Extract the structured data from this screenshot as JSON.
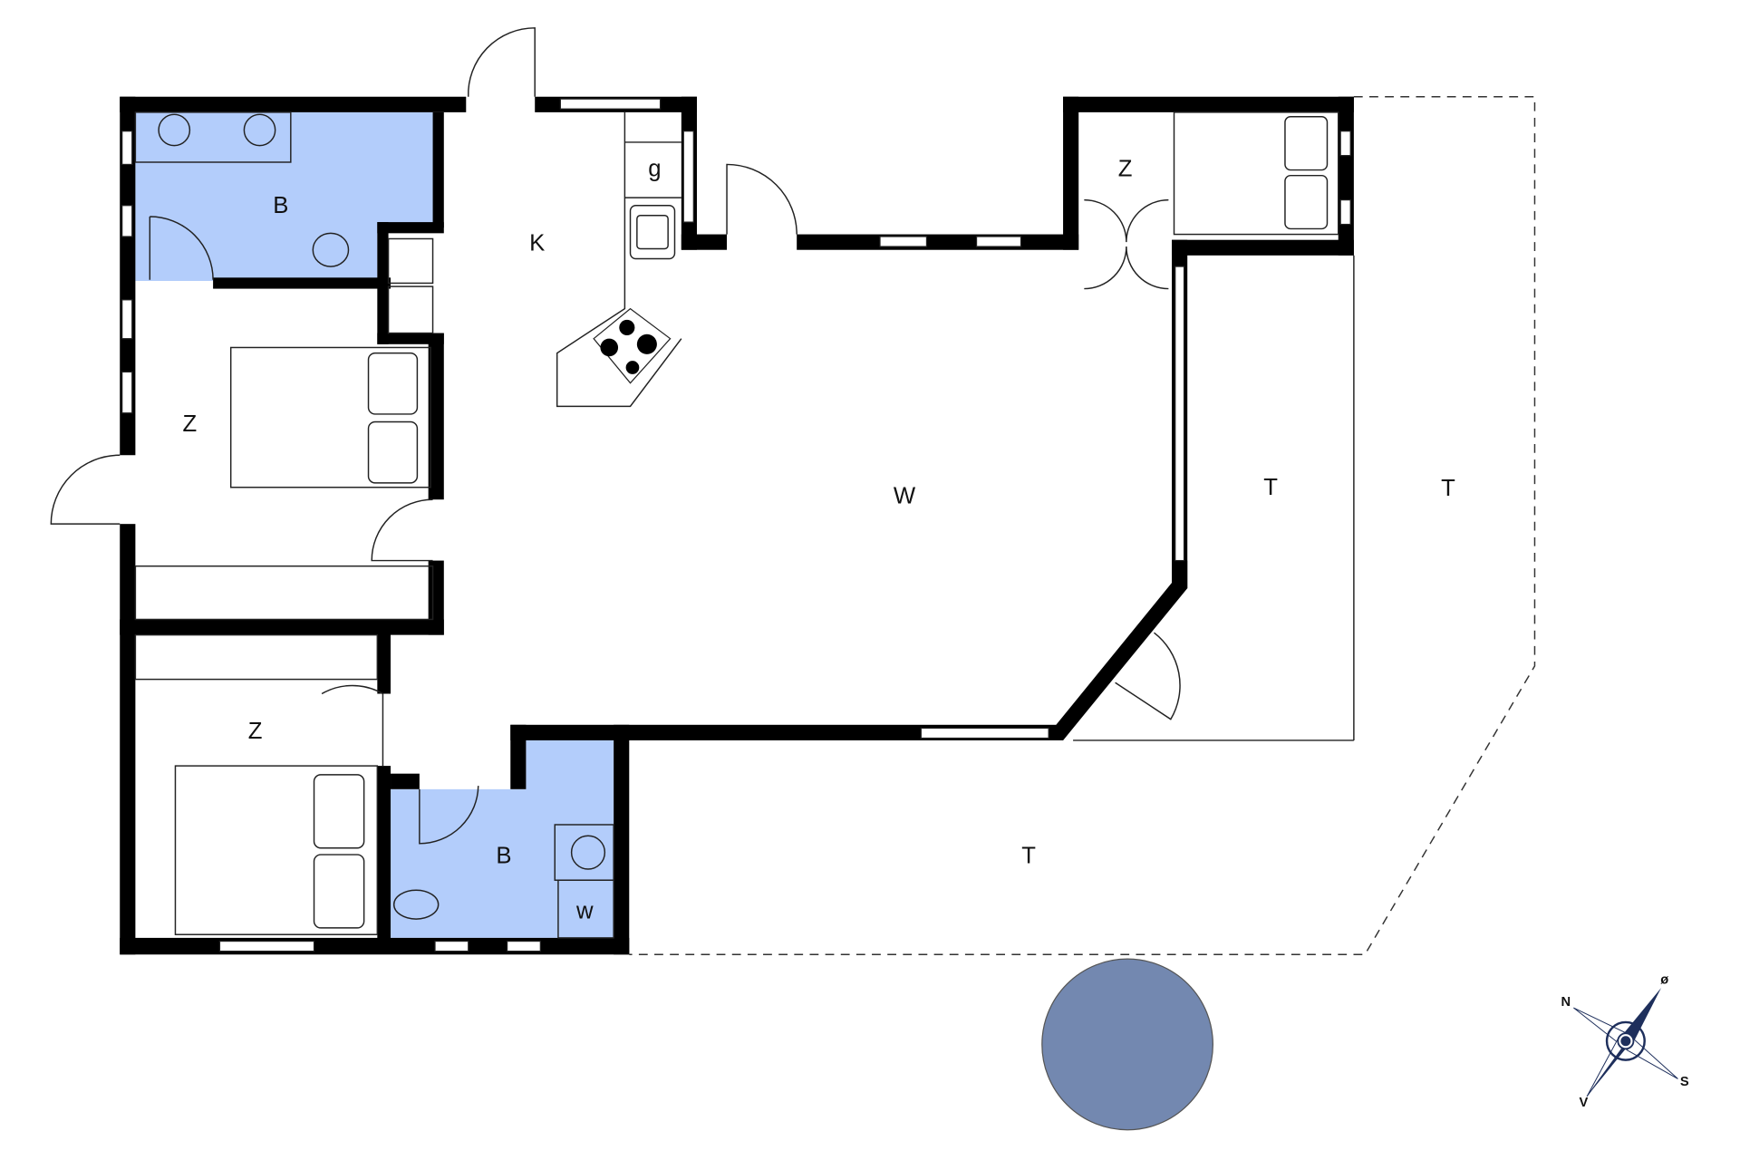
{
  "rooms": {
    "bath_top": "B",
    "kitchen": "K",
    "fridge": "g",
    "bedroom_left": "Z",
    "living": "W",
    "bedroom_top_right": "Z",
    "terrace_right_inner": "T",
    "terrace_right_outer": "T",
    "bedroom_bottom": "Z",
    "bath_bottom": "B",
    "washer": "w",
    "terrace_bottom": "T"
  },
  "compass": {
    "north": "N",
    "east": "ø",
    "south": "S",
    "west": "V"
  },
  "colors": {
    "bathroom": "#b3cdfb",
    "walls": "#000000",
    "pool": "#7388b0",
    "compass": "#1e2f5c"
  }
}
